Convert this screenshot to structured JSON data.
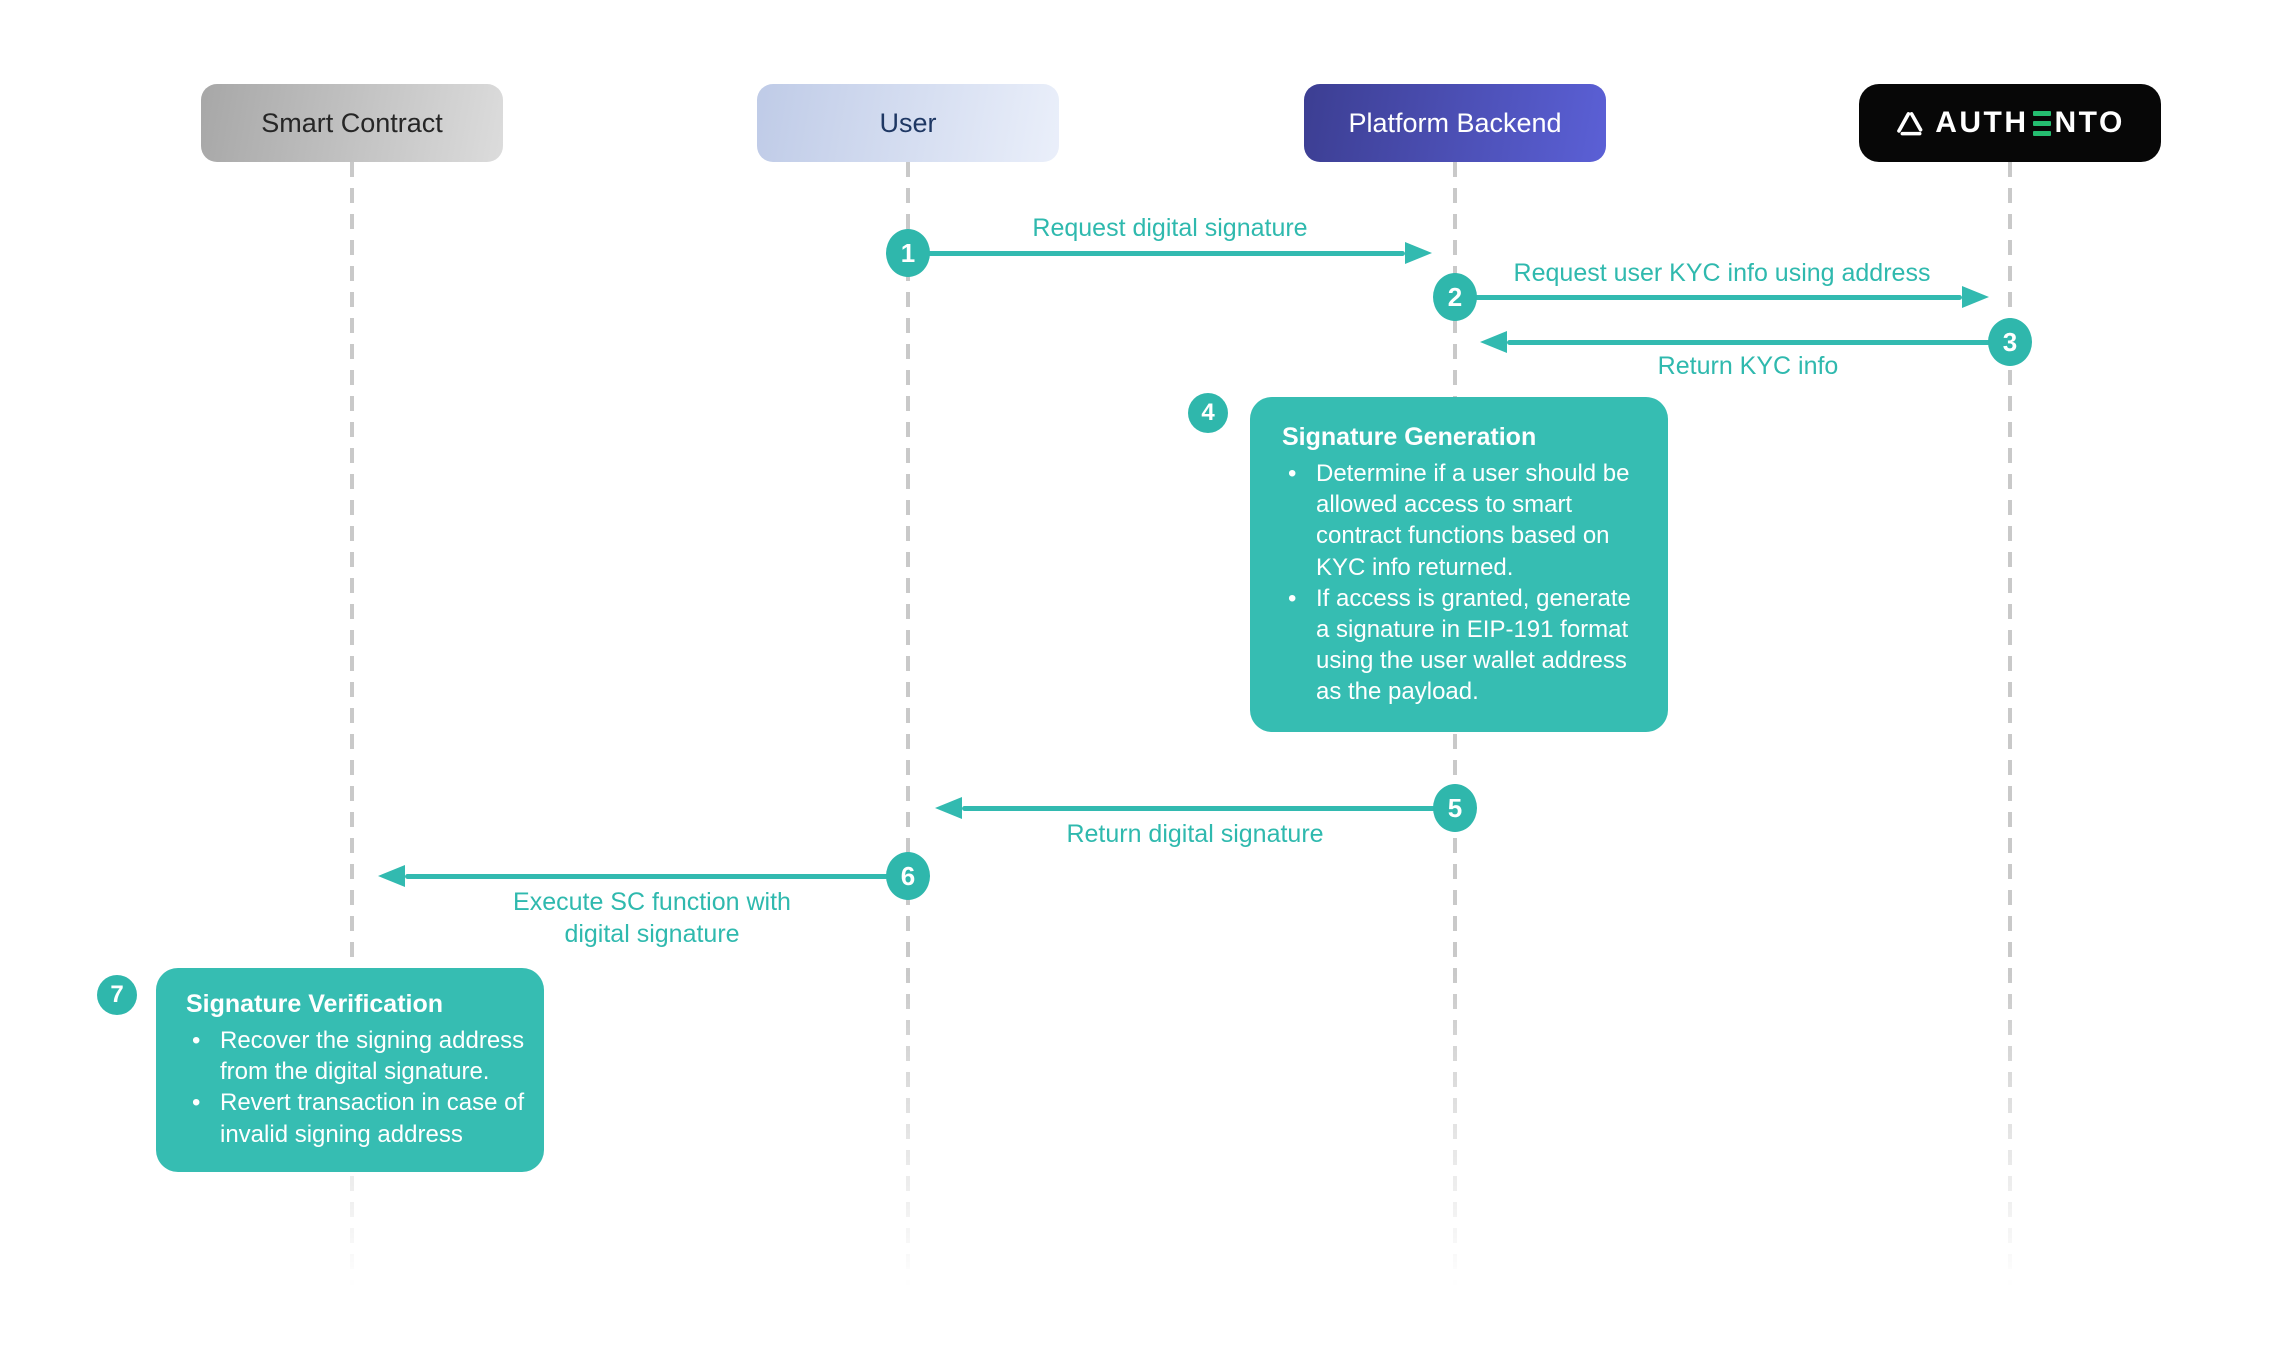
{
  "colors": {
    "teal_accent": "#32bab0",
    "note_teal": "#36bdb2",
    "authento_green": "#25bd70",
    "platform_indigo_dark": "#3c3e92",
    "platform_indigo_light": "#5b60d6",
    "user_blue_light": "#d7dff2",
    "smart_contract_gray": "#c2c2c2",
    "authento_black": "#070707"
  },
  "actors": [
    {
      "id": "smart-contract",
      "label": "Smart Contract"
    },
    {
      "id": "user",
      "label": "User"
    },
    {
      "id": "platform-backend",
      "label": "Platform Backend"
    },
    {
      "id": "authento",
      "label": "AUTHENTO",
      "logo_prefix": "AUTH",
      "logo_suffix": "NTO"
    }
  ],
  "messages": [
    {
      "num": "1",
      "label": "Request digital signature",
      "from": "user",
      "to": "platform-backend"
    },
    {
      "num": "2",
      "label": "Request user KYC info using address",
      "from": "platform-backend",
      "to": "authento"
    },
    {
      "num": "3",
      "label": "Return KYC info",
      "from": "authento",
      "to": "platform-backend"
    },
    {
      "num": "5",
      "label": "Return digital signature",
      "from": "platform-backend",
      "to": "user"
    },
    {
      "num": "6",
      "label": "Execute SC function with digital signature",
      "from": "user",
      "to": "smart-contract"
    }
  ],
  "notes": [
    {
      "num": "4",
      "title": "Signature Generation",
      "bullets": [
        "Determine if a user should be allowed access to smart contract functions based on KYC info returned.",
        "If access is granted, generate a signature in EIP-191 format using the user wallet address as the payload."
      ]
    },
    {
      "num": "7",
      "title": "Signature Verification",
      "bullets": [
        "Recover the signing address from the digital signature.",
        "Revert transaction in case of invalid signing address"
      ]
    }
  ]
}
